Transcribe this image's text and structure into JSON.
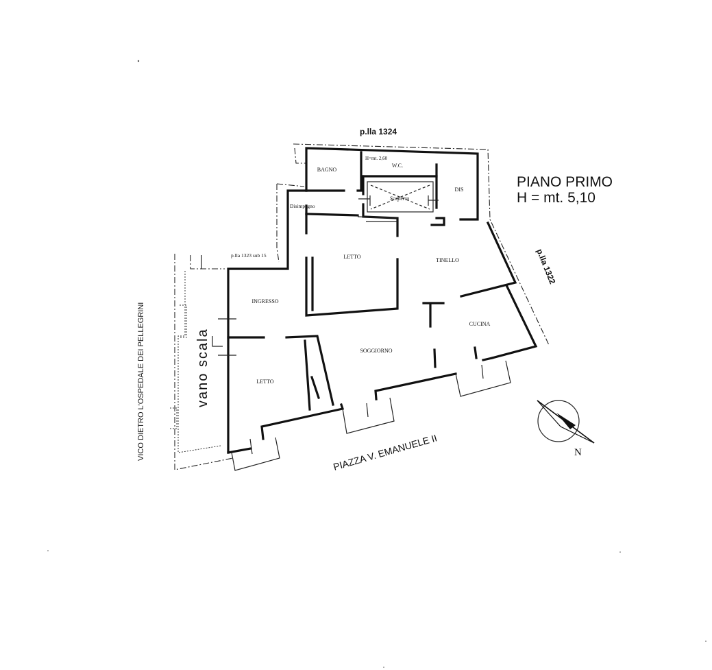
{
  "title": {
    "floor": "PIANO PRIMO",
    "height": "H = mt. 5,10"
  },
  "parcels": {
    "top": "p.lla 1324",
    "right": "p.lla 1322",
    "left": "p.lla 1323 sub 15"
  },
  "streets": {
    "bottom": "PIAZZA V. EMANUELE II",
    "left": "VICO DIETRO L'OSPEDALE DEI PELLEGRINI"
  },
  "stair": "vano scala",
  "rooms": {
    "bagno": "BAGNO",
    "wc": "W.C.",
    "wc_height": "H=mt. 2,60",
    "scoperto": "Scoperto",
    "dis": "DIS",
    "disimpegno": "Disimpegno",
    "letto_top": "LETTO",
    "tinello": "TINELLO",
    "ingresso": "INGRESSO",
    "cucina": "CUCINA",
    "soggiorno": "SOGGIORNO",
    "letto_bottom": "LETTO"
  },
  "compass": {
    "north": "N"
  }
}
